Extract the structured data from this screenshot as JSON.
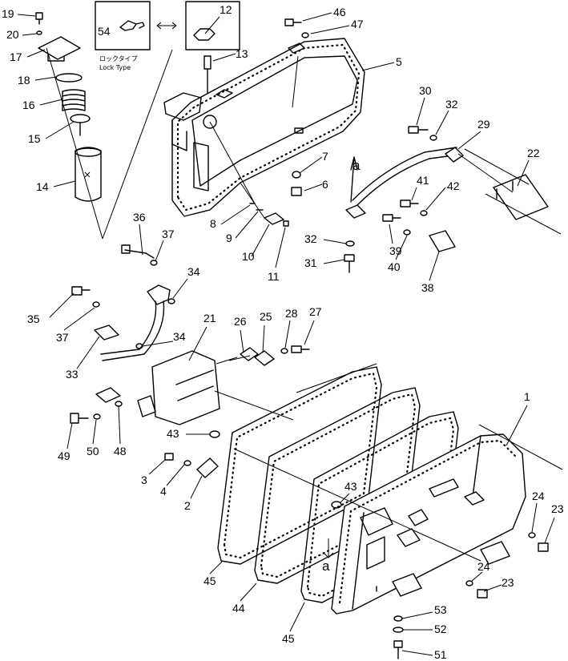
{
  "figure": {
    "lock_type_label_jp": "ロックタイプ",
    "lock_type_label_en": "Lock  Type",
    "reference_letter_a": "a"
  },
  "callouts": [
    {
      "key": "c19",
      "label": "19"
    },
    {
      "key": "c20",
      "label": "20"
    },
    {
      "key": "c17",
      "label": "17"
    },
    {
      "key": "c18",
      "label": "18"
    },
    {
      "key": "c16",
      "label": "16"
    },
    {
      "key": "c15",
      "label": "15"
    },
    {
      "key": "c14",
      "label": "14"
    },
    {
      "key": "c54",
      "label": "54"
    },
    {
      "key": "c12",
      "label": "12"
    },
    {
      "key": "c13",
      "label": "13"
    },
    {
      "key": "c46",
      "label": "46"
    },
    {
      "key": "c47",
      "label": "47"
    },
    {
      "key": "c5",
      "label": "5"
    },
    {
      "key": "c7",
      "label": "7"
    },
    {
      "key": "c6",
      "label": "6"
    },
    {
      "key": "c8",
      "label": "8"
    },
    {
      "key": "c9",
      "label": "9"
    },
    {
      "key": "c10",
      "label": "10"
    },
    {
      "key": "c11",
      "label": "11"
    },
    {
      "key": "c30",
      "label": "30"
    },
    {
      "key": "c32a",
      "label": "32"
    },
    {
      "key": "c29",
      "label": "29"
    },
    {
      "key": "c22",
      "label": "22"
    },
    {
      "key": "c41",
      "label": "41"
    },
    {
      "key": "c42",
      "label": "42"
    },
    {
      "key": "c39",
      "label": "39"
    },
    {
      "key": "c40",
      "label": "40"
    },
    {
      "key": "c38",
      "label": "38"
    },
    {
      "key": "c32b",
      "label": "32"
    },
    {
      "key": "c31",
      "label": "31"
    },
    {
      "key": "c36",
      "label": "36"
    },
    {
      "key": "c37a",
      "label": "37"
    },
    {
      "key": "c34a",
      "label": "34"
    },
    {
      "key": "c35",
      "label": "35"
    },
    {
      "key": "c37b",
      "label": "37"
    },
    {
      "key": "c33",
      "label": "33"
    },
    {
      "key": "c34b",
      "label": "34"
    },
    {
      "key": "c21",
      "label": "21"
    },
    {
      "key": "c26",
      "label": "26"
    },
    {
      "key": "c25",
      "label": "25"
    },
    {
      "key": "c28",
      "label": "28"
    },
    {
      "key": "c27",
      "label": "27"
    },
    {
      "key": "c49",
      "label": "49"
    },
    {
      "key": "c50",
      "label": "50"
    },
    {
      "key": "c48",
      "label": "48"
    },
    {
      "key": "c43a",
      "label": "43"
    },
    {
      "key": "c3",
      "label": "3"
    },
    {
      "key": "c4",
      "label": "4"
    },
    {
      "key": "c2",
      "label": "2"
    },
    {
      "key": "c43b",
      "label": "43"
    },
    {
      "key": "c1",
      "label": "1"
    },
    {
      "key": "c24a",
      "label": "24"
    },
    {
      "key": "c23a",
      "label": "23"
    },
    {
      "key": "c24b",
      "label": "24"
    },
    {
      "key": "c23b",
      "label": "23"
    },
    {
      "key": "c45a",
      "label": "45"
    },
    {
      "key": "c44",
      "label": "44"
    },
    {
      "key": "c45b",
      "label": "45"
    },
    {
      "key": "c53",
      "label": "53"
    },
    {
      "key": "c52",
      "label": "52"
    },
    {
      "key": "c51",
      "label": "51"
    }
  ]
}
